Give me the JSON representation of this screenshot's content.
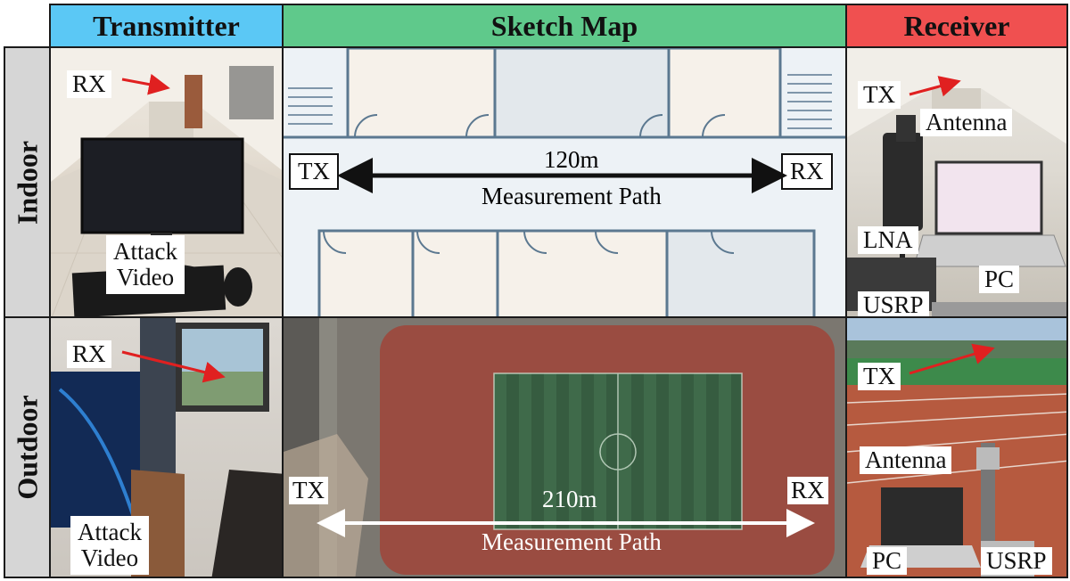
{
  "headers": {
    "transmitter": "Transmitter",
    "sketch_map": "Sketch Map",
    "receiver": "Receiver"
  },
  "rows": {
    "indoor": "Indoor",
    "outdoor": "Outdoor"
  },
  "indoor": {
    "transmitter": {
      "rx_label": "RX",
      "attack_line1": "Attack",
      "attack_line2": "Video"
    },
    "sketch": {
      "tx": "TX",
      "rx": "RX",
      "distance": "120m",
      "path": "Measurement Path"
    },
    "receiver": {
      "tx": "TX",
      "antenna": "Antenna",
      "lna": "LNA",
      "pc": "PC",
      "usrp": "USRP"
    }
  },
  "outdoor": {
    "transmitter": {
      "rx_label": "RX",
      "attack_line1": "Attack",
      "attack_line2": "Video"
    },
    "sketch": {
      "tx": "TX",
      "rx": "RX",
      "distance": "210m",
      "path": "Measurement Path"
    },
    "receiver": {
      "tx": "TX",
      "antenna": "Antenna",
      "pc": "PC",
      "usrp": "USRP"
    }
  },
  "colors": {
    "transmitter_header": "#5bc8f5",
    "sketch_header": "#5fc98b",
    "receiver_header": "#f05050",
    "arrow_red": "#e02020"
  }
}
